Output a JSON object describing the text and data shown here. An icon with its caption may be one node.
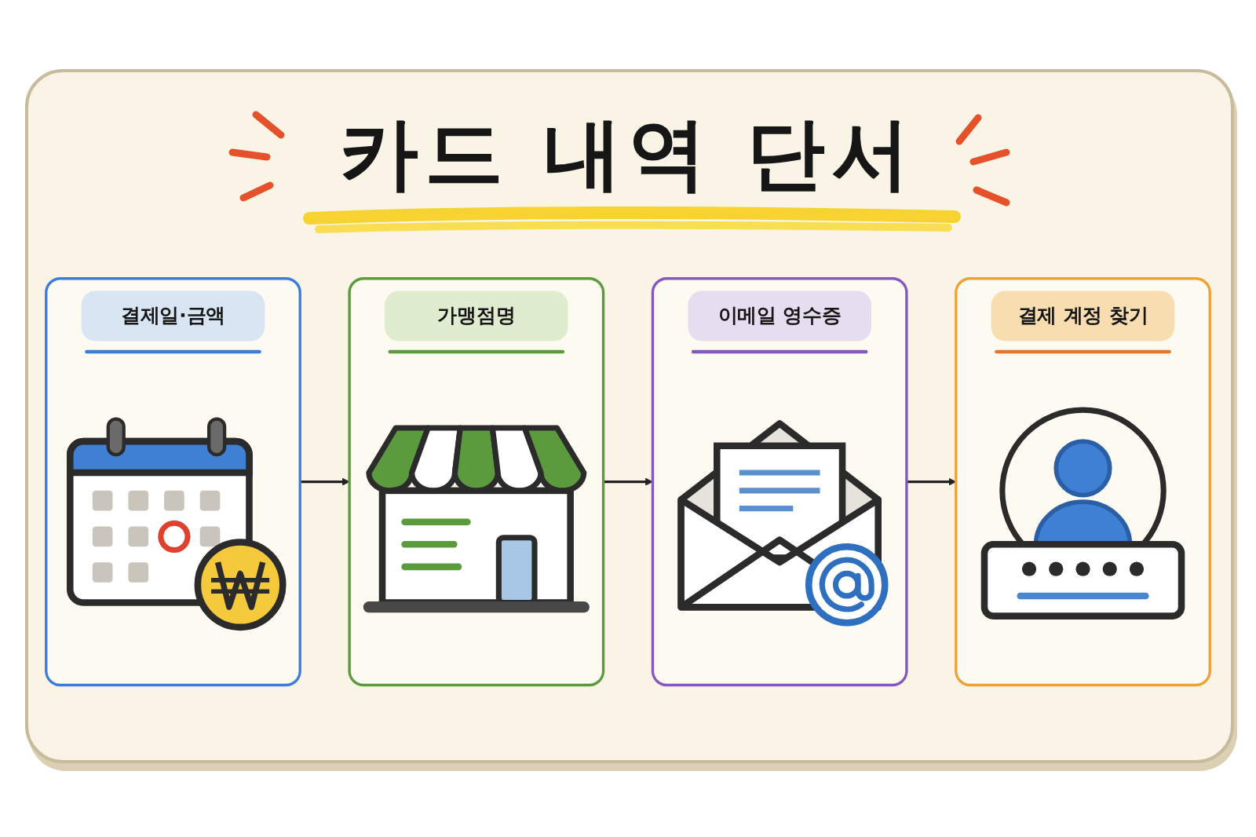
{
  "diagram": {
    "title": "카드 내역 단서",
    "nodes": [
      {
        "text": [
          "결제일·금액"
        ]
      },
      {
        "text": [
          "가맹점명"
        ]
      },
      {
        "text": [
          "이메일 영수증"
        ]
      },
      {
        "text": [
          "결제 계정 찾기"
        ]
      }
    ],
    "edges": [
      {
        "from": 0,
        "to": 1,
        "arrow": "to"
      },
      {
        "from": 1,
        "to": 2,
        "arrow": "to"
      },
      {
        "from": 2,
        "to": 3,
        "arrow": "to"
      }
    ]
  }
}
